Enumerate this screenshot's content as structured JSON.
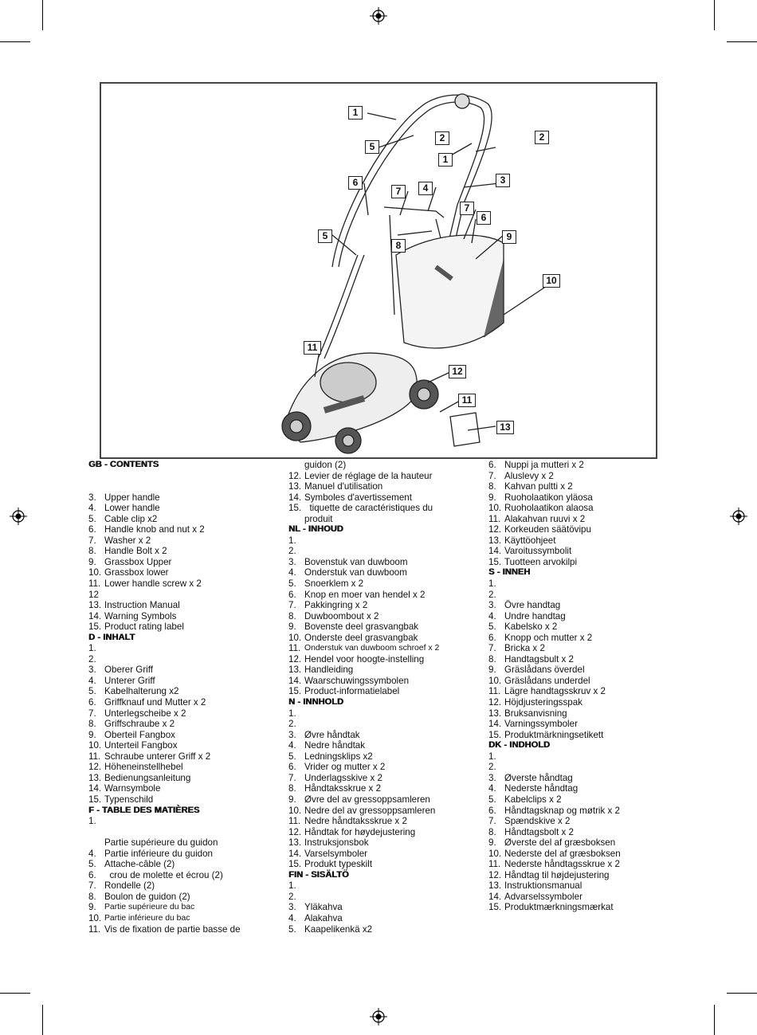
{
  "diagram": {
    "callouts": [
      "1",
      "2",
      "2",
      "1",
      "5",
      "3",
      "6",
      "7",
      "4",
      "7",
      "6",
      "9",
      "5",
      "8",
      "10",
      "11",
      "12",
      "11",
      "13"
    ]
  },
  "col1": {
    "gb": {
      "heading": "GB - CONTENTS",
      "items": [
        {
          "n": "3.",
          "t": "Upper handle"
        },
        {
          "n": "4.",
          "t": "Lower handle"
        },
        {
          "n": "5.",
          "t": "Cable clip x2"
        },
        {
          "n": "6.",
          "t": "Handle knob and nut x 2"
        },
        {
          "n": "7.",
          "t": "Washer x 2"
        },
        {
          "n": "8.",
          "t": "Handle Bolt x 2"
        },
        {
          "n": "9.",
          "t": "Grassbox Upper"
        },
        {
          "n": "10.",
          "t": "Grassbox lower"
        },
        {
          "n": "11.",
          "t": "Lower handle screw x 2"
        },
        {
          "n": "12",
          "t": ""
        },
        {
          "n": "13.",
          "t": "Instruction Manual"
        },
        {
          "n": "14.",
          "t": "Warning Symbols"
        },
        {
          "n": "15.",
          "t": "Product rating label"
        }
      ]
    },
    "d": {
      "heading": "D - INHALT",
      "items": [
        {
          "n": "1.",
          "t": ""
        },
        {
          "n": "2.",
          "t": ""
        },
        {
          "n": "3.",
          "t": "Oberer Griff"
        },
        {
          "n": "4.",
          "t": "Unterer Griff"
        },
        {
          "n": "5.",
          "t": "Kabelhalterung x2"
        },
        {
          "n": "6.",
          "t": "Griffknauf und Mutter x 2"
        },
        {
          "n": "7.",
          "t": "Unterlegscheibe x 2"
        },
        {
          "n": "8.",
          "t": "Griffschraube x 2"
        },
        {
          "n": "9.",
          "t": "Oberteil Fangbox"
        },
        {
          "n": "10.",
          "t": "Unterteil Fangbox"
        },
        {
          "n": "11.",
          "t": "Schraube unterer Griff x 2"
        },
        {
          "n": "12.",
          "t": "Höheneinstellhebel"
        },
        {
          "n": "13.",
          "t": "Bedienungsanleitung"
        },
        {
          "n": "14.",
          "t": "Warnsymbole"
        },
        {
          "n": "15.",
          "t": "Typenschild"
        }
      ]
    },
    "f": {
      "heading": "F - TABLE DES MATIÈRES",
      "items": [
        {
          "n": "1.",
          "t": ""
        },
        {
          "n": "",
          "t": ""
        },
        {
          "n": "",
          "t": "Partie supérieure du guidon"
        },
        {
          "n": "4.",
          "t": "Partie inférieure du guidon"
        },
        {
          "n": "5.",
          "t": "Attache-câble (2)"
        },
        {
          "n": "6.",
          "t": "  crou de molette et écrou (2)"
        },
        {
          "n": "7.",
          "t": "Rondelle (2)"
        },
        {
          "n": "8.",
          "t": "Boulon de guidon (2)"
        },
        {
          "n": "9.",
          "t": "Partie supérieure du bac"
        },
        {
          "n": "10.",
          "t": "Partie inférieure du bac"
        },
        {
          "n": "11.",
          "t": "Vis de fixation de partie basse de"
        }
      ]
    }
  },
  "col2": {
    "fcont": {
      "items": [
        {
          "n": "",
          "t": "guidon (2)"
        },
        {
          "n": "12.",
          "t": "Levier de réglage de la hauteur"
        },
        {
          "n": "13.",
          "t": "Manuel d'utilisation"
        },
        {
          "n": "14.",
          "t": "Symboles d'avertissement"
        },
        {
          "n": "15.",
          "t": "  tiquette de caractéristiques du"
        },
        {
          "n": "",
          "t": "produit"
        }
      ]
    },
    "nl": {
      "heading": "NL - INHOUD",
      "items": [
        {
          "n": "1.",
          "t": ""
        },
        {
          "n": "2.",
          "t": ""
        },
        {
          "n": "3.",
          "t": "Bovenstuk van duwboom"
        },
        {
          "n": "4.",
          "t": "Onderstuk van duwboom"
        },
        {
          "n": "5.",
          "t": "Snoerklem x 2"
        },
        {
          "n": "6.",
          "t": "Knop en moer van hendel x 2"
        },
        {
          "n": "7.",
          "t": "Pakkingring x 2"
        },
        {
          "n": "8.",
          "t": "Duwboombout x 2"
        },
        {
          "n": "9.",
          "t": "Bovenste deel grasvangbak"
        },
        {
          "n": "10.",
          "t": "Onderste deel grasvangbak"
        },
        {
          "n": "11.",
          "t": "Onderstuk van duwboom schroef x 2"
        },
        {
          "n": "12.",
          "t": "Hendel voor hoogte-instelling"
        },
        {
          "n": "13.",
          "t": "Handleiding"
        },
        {
          "n": "14.",
          "t": "Waarschuwingssymbolen"
        },
        {
          "n": "15.",
          "t": "Product-informatielabel"
        }
      ]
    },
    "n": {
      "heading": "N - INNHOLD",
      "items": [
        {
          "n": "1.",
          "t": ""
        },
        {
          "n": "2.",
          "t": ""
        },
        {
          "n": "3.",
          "t": "Øvre håndtak"
        },
        {
          "n": "4.",
          "t": "Nedre håndtak"
        },
        {
          "n": "5.",
          "t": "Ledningsklips x2"
        },
        {
          "n": "6.",
          "t": "Vrider og mutter x 2"
        },
        {
          "n": "7.",
          "t": "Underlagsskive x 2"
        },
        {
          "n": "8.",
          "t": "Håndtaksskrue x 2"
        },
        {
          "n": "9.",
          "t": "Øvre del av gressoppsamleren"
        },
        {
          "n": "10.",
          "t": "Nedre del av gressoppsamleren"
        },
        {
          "n": "11.",
          "t": "Nedre håndtaksskrue x 2"
        },
        {
          "n": "12.",
          "t": "Håndtak for høydejustering"
        },
        {
          "n": "13.",
          "t": "Instruksjonsbok"
        },
        {
          "n": "14.",
          "t": "Varselsymboler"
        },
        {
          "n": "15.",
          "t": "Produkt typeskilt"
        }
      ]
    },
    "fin": {
      "heading": "FIN - SISÄLTÖ",
      "items": [
        {
          "n": "1.",
          "t": ""
        },
        {
          "n": "2.",
          "t": ""
        },
        {
          "n": "3.",
          "t": "Yläkahva"
        },
        {
          "n": "4.",
          "t": "Alakahva"
        },
        {
          "n": "5.",
          "t": "Kaapelikenkä x2"
        }
      ]
    }
  },
  "col3": {
    "fincont": {
      "items": [
        {
          "n": "6.",
          "t": "Nuppi ja mutteri x 2"
        },
        {
          "n": "7.",
          "t": "Aluslevy x 2"
        },
        {
          "n": "8.",
          "t": "Kahvan pultti x 2"
        },
        {
          "n": "9.",
          "t": "Ruoholaatikon yläosa"
        },
        {
          "n": "10.",
          "t": "Ruoholaatikon alaosa"
        },
        {
          "n": "11.",
          "t": "Alakahvan ruuvi x 2"
        },
        {
          "n": "12.",
          "t": "Korkeuden säätövipu"
        },
        {
          "n": "13.",
          "t": "Käyttöohjeet"
        },
        {
          "n": "14.",
          "t": "Varoitussymbolit"
        },
        {
          "n": "15.",
          "t": "Tuotteen arvokilpi"
        }
      ]
    },
    "s": {
      "heading": "S - INNEH",
      "items": [
        {
          "n": "1.",
          "t": ""
        },
        {
          "n": "2.",
          "t": ""
        },
        {
          "n": "3.",
          "t": "Övre handtag"
        },
        {
          "n": "4.",
          "t": "Undre handtag"
        },
        {
          "n": "5.",
          "t": "Kabelsko x 2"
        },
        {
          "n": "6.",
          "t": "Knopp och mutter x 2"
        },
        {
          "n": "7.",
          "t": "Bricka x 2"
        },
        {
          "n": "8.",
          "t": "Handtagsbult x 2"
        },
        {
          "n": "9.",
          "t": "Gräslådans överdel"
        },
        {
          "n": "10.",
          "t": "Gräslådans underdel"
        },
        {
          "n": "11.",
          "t": "Lägre handtagsskruv x 2"
        },
        {
          "n": "12.",
          "t": "Höjdjusteringsspak"
        },
        {
          "n": "13.",
          "t": "Bruksanvisning"
        },
        {
          "n": "14.",
          "t": "Varningssymboler"
        },
        {
          "n": "15.",
          "t": "Produktmärkningsetikett"
        }
      ]
    },
    "dk": {
      "heading": "DK - INDHOLD",
      "items": [
        {
          "n": "1.",
          "t": ""
        },
        {
          "n": "2.",
          "t": ""
        },
        {
          "n": "3.",
          "t": "Øverste håndtag"
        },
        {
          "n": "4.",
          "t": "Nederste håndtag"
        },
        {
          "n": "5.",
          "t": "Kabelclips x 2"
        },
        {
          "n": "6.",
          "t": "Håndtagsknap og møtrik x 2"
        },
        {
          "n": "7.",
          "t": "Spændskive x 2"
        },
        {
          "n": "8.",
          "t": "Håndtagsbolt x 2"
        },
        {
          "n": "9.",
          "t": "Øverste del af græsboksen"
        },
        {
          "n": "10.",
          "t": "Nederste del af græsboksen"
        },
        {
          "n": "11.",
          "t": "Nederste håndtagsskrue x 2"
        },
        {
          "n": "12.",
          "t": "Håndtag til højdejustering"
        },
        {
          "n": "13.",
          "t": "Instruktionsmanual"
        },
        {
          "n": "14.",
          "t": "Advarselssymboler"
        },
        {
          "n": "15.",
          "t": "Produktmærkningsmærkat"
        }
      ]
    }
  }
}
